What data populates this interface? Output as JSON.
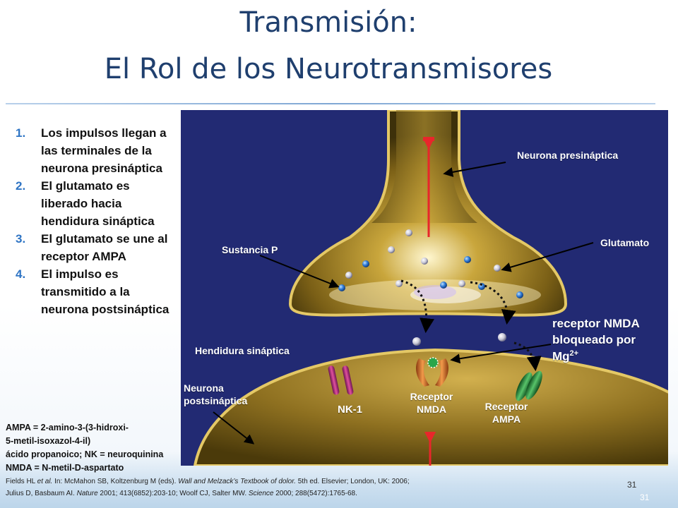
{
  "slide": {
    "title_line1": "Transmisión:",
    "title_line2": "El Rol de los Neurotransmisores",
    "steps": [
      {
        "num": "1.",
        "text": "Los impulsos llegan a las terminales de la neurona presináptica"
      },
      {
        "num": "2.",
        "text": "El glutamato es liberado hacia hendidura sináptica"
      },
      {
        "num": "3.",
        "text": "El glutamato se une al receptor AMPA"
      },
      {
        "num": "4.",
        "text": "El impulso es transmitido a la neurona postsináptica"
      }
    ],
    "abbreviations": [
      "AMPA = 2-amino-3-(3-hidroxi-",
      "5-metil-isoxazol-4-il)",
      "ácido propanoico; NK = neuroquinina",
      "NMDA = N-metil-D-aspartato"
    ],
    "references": {
      "line1_pre": "Fields HL ",
      "line1_etal": "et al.",
      "line1_mid": " In: McMahon SB, Koltzenburg M (eds). ",
      "line1_book": "Wall and Melzack’s Textbook of dolor.",
      "line1_post": " 5th ed. Elsevier; London, UK: 2006;",
      "line2_pre": "Julius D, Basbaum AI. ",
      "line2_j1": "Nature",
      "line2_mid": " 2001; 413(6852):203-10; Woolf CJ, Salter MW. ",
      "line2_j2": "Science",
      "line2_post": " 2000; 288(5472):1765-68."
    },
    "page_number": "31",
    "page_number_footer": "31"
  },
  "diagram": {
    "labels": {
      "presynaptic": "Neurona presináptica",
      "glutamate": "Glutamato",
      "substance_p": "Sustancia P",
      "cleft": "Hendidura sináptica",
      "nmda_blocked_1": "receptor NMDA",
      "nmda_blocked_2": "bloqueado por",
      "nmda_blocked_3": "Mg",
      "nmda_blocked_sup": "2+",
      "postsynaptic_1": "Neurona",
      "postsynaptic_2": "postsináptica",
      "nk1": "NK-1",
      "nmda_1": "Receptor",
      "nmda_2": "NMDA",
      "ampa_1": "Receptor",
      "ampa_2": "AMPA"
    },
    "colors": {
      "background": "#222a73",
      "neuron_gold": "#c9a63c",
      "signal_red": "#e8262b",
      "title_blue": "#1f3f6e",
      "step_number_blue": "#2e74c4"
    }
  }
}
